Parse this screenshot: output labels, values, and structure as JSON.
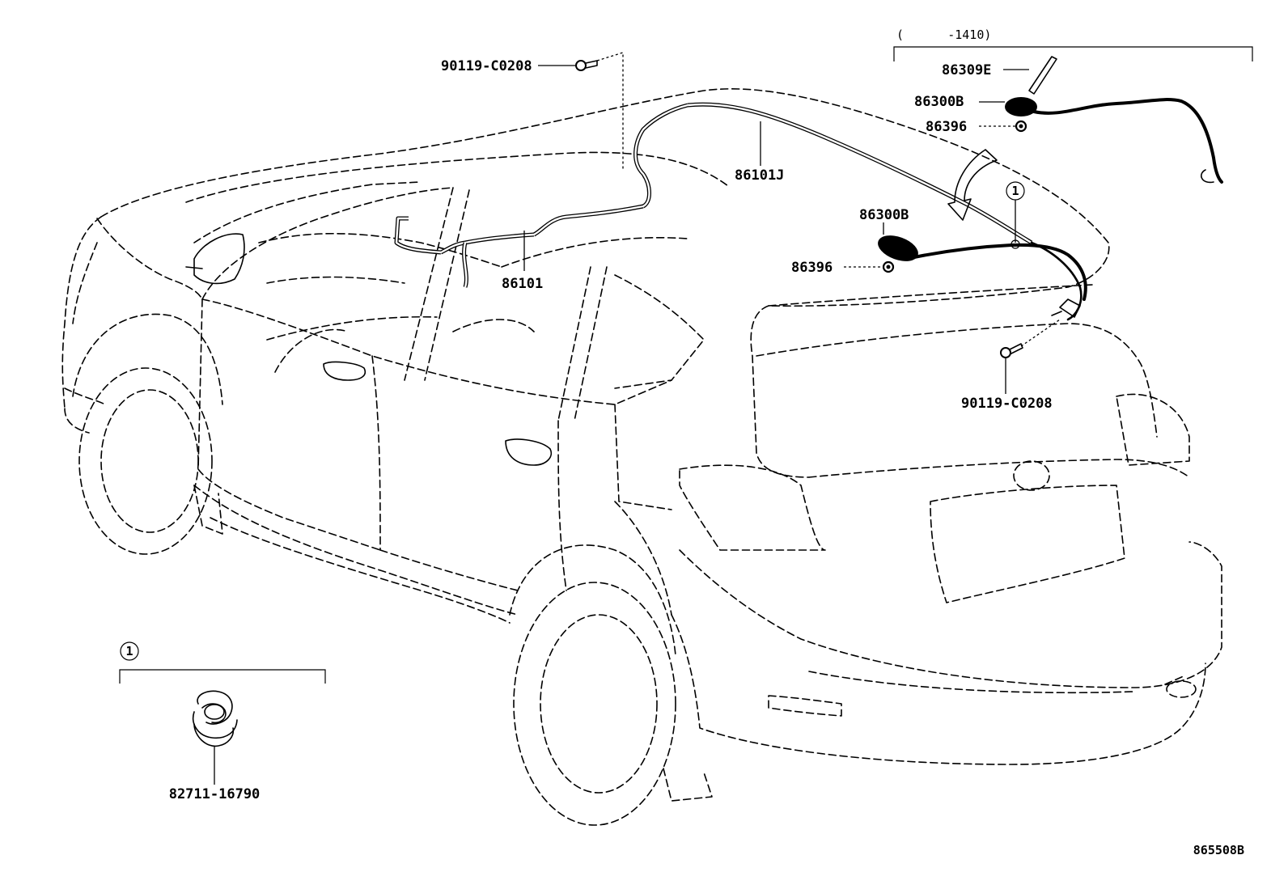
{
  "labels": {
    "bolt_top": "90119-C0208",
    "bolt_right": "90119-C0208",
    "roof_cable": "86101J",
    "front_cable": "86101",
    "antenna_rod": "86309E",
    "antenna_assy_top": "86300B",
    "antenna_assy_mid": "86300B",
    "nut_top": "86396",
    "nut_mid": "86396",
    "clamp_part": "82711-16790",
    "range_note": "(      -1410)",
    "callout_mark": "1",
    "diagram_id": "865508B"
  },
  "colors": {
    "ink": "#000000",
    "paper": "#ffffff"
  }
}
